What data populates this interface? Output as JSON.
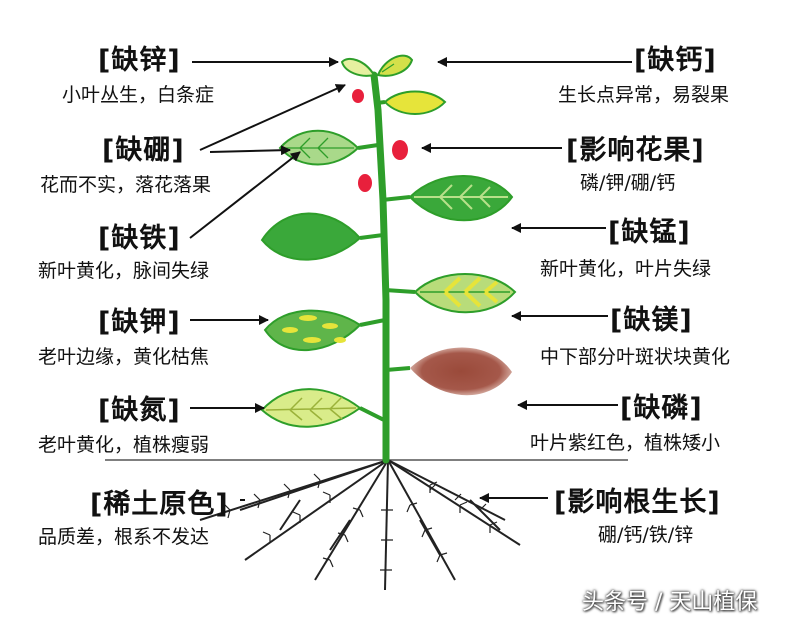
{
  "labels": {
    "zinc": {
      "title": "[缺锌]",
      "desc": "小叶丛生，白条症"
    },
    "calcium": {
      "title": "[缺钙]",
      "desc": "生长点异常，易裂果"
    },
    "boron": {
      "title": "[缺硼]",
      "desc": "花而不实，落花落果"
    },
    "flower": {
      "title": "[影响花果]",
      "desc": "磷/钾/硼/钙"
    },
    "iron": {
      "title": "[缺铁]",
      "desc": "新叶黄化，脉间失绿"
    },
    "manganese": {
      "title": "[缺锰]",
      "desc": "新叶黄化，叶片失绿"
    },
    "potassium": {
      "title": "[缺钾]",
      "desc": "老叶边缘，黄化枯焦"
    },
    "magnesium": {
      "title": "[缺镁]",
      "desc": "中下部分叶斑状块黄化"
    },
    "nitrogen": {
      "title": "[缺氮]",
      "desc": "老叶黄化，植株瘦弱"
    },
    "phosphorus": {
      "title": "[缺磷]",
      "desc": "叶片紫红色，植株矮小"
    },
    "rare_earth": {
      "title": "[稀土原色]",
      "desc": "品质差，根系不发达"
    },
    "root": {
      "title": "[影响根生长]",
      "desc": "硼/钙/铁/锌"
    }
  },
  "watermark": "头条号 / 天山植保",
  "colors": {
    "stem": "#2e9e2a",
    "leaf_green": "#3aa83a",
    "leaf_yellow": "#e6e43a",
    "leaf_pale": "#d9ec8a",
    "leaf_purple": "#9b4a3c",
    "fruit": "#e8203c"
  }
}
